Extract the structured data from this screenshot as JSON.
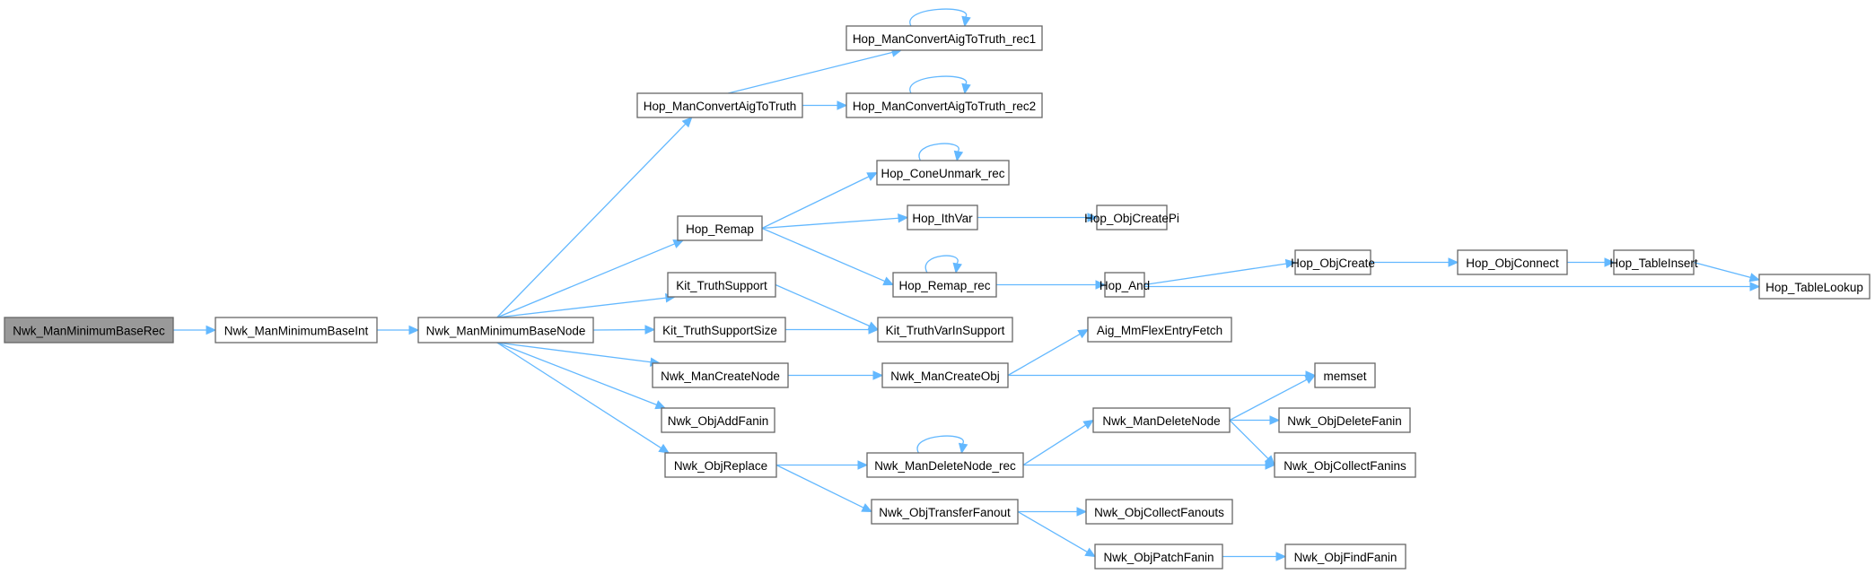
{
  "title": "Call graph of Nwk_ManMinimumBaseRec",
  "colors": {
    "edge": "#63b8ff",
    "node_border": "#666666",
    "root_fill": "#999999",
    "node_fill": "#ffffff"
  },
  "nodes": [
    {
      "id": "n0",
      "label": "Nwk_ManMinimumBaseRec",
      "root": true
    },
    {
      "id": "n1",
      "label": "Nwk_ManMinimumBaseInt"
    },
    {
      "id": "n2",
      "label": "Nwk_ManMinimumBaseNode"
    },
    {
      "id": "n3",
      "label": "Hop_ManConvertAigToTruth"
    },
    {
      "id": "n4",
      "label": "Hop_ManConvertAigToTruth_rec1"
    },
    {
      "id": "n5",
      "label": "Hop_ManConvertAigToTruth_rec2"
    },
    {
      "id": "n6",
      "label": "Hop_ConeUnmark_rec"
    },
    {
      "id": "n7",
      "label": "Hop_Remap"
    },
    {
      "id": "n8",
      "label": "Hop_IthVar"
    },
    {
      "id": "n9",
      "label": "Hop_ObjCreatePi"
    },
    {
      "id": "n10",
      "label": "Hop_Remap_rec"
    },
    {
      "id": "n11",
      "label": "Kit_TruthSupport"
    },
    {
      "id": "n12",
      "label": "Hop_And"
    },
    {
      "id": "n13",
      "label": "Hop_ObjCreate"
    },
    {
      "id": "n14",
      "label": "Hop_ObjConnect"
    },
    {
      "id": "n15",
      "label": "Hop_TableInsert"
    },
    {
      "id": "n16",
      "label": "Hop_TableLookup"
    },
    {
      "id": "n17",
      "label": "Kit_TruthSupportSize"
    },
    {
      "id": "n18",
      "label": "Kit_TruthVarInSupport"
    },
    {
      "id": "n19",
      "label": "Aig_MmFlexEntryFetch"
    },
    {
      "id": "n20",
      "label": "Nwk_ManCreateNode"
    },
    {
      "id": "n21",
      "label": "Nwk_ManCreateObj"
    },
    {
      "id": "n22",
      "label": "memset"
    },
    {
      "id": "n23",
      "label": "Nwk_ObjAddFanin"
    },
    {
      "id": "n24",
      "label": "Nwk_ManDeleteNode"
    },
    {
      "id": "n25",
      "label": "Nwk_ObjDeleteFanin"
    },
    {
      "id": "n26",
      "label": "Nwk_ObjReplace"
    },
    {
      "id": "n27",
      "label": "Nwk_ManDeleteNode_rec"
    },
    {
      "id": "n28",
      "label": "Nwk_ObjCollectFanins"
    },
    {
      "id": "n29",
      "label": "Nwk_ObjTransferFanout"
    },
    {
      "id": "n30",
      "label": "Nwk_ObjCollectFanouts"
    },
    {
      "id": "n31",
      "label": "Nwk_ObjPatchFanin"
    },
    {
      "id": "n32",
      "label": "Nwk_ObjFindFanin"
    }
  ],
  "edges": [
    [
      "n0",
      "n1"
    ],
    [
      "n1",
      "n2"
    ],
    [
      "n2",
      "n3"
    ],
    [
      "n2",
      "n7"
    ],
    [
      "n2",
      "n11"
    ],
    [
      "n2",
      "n17"
    ],
    [
      "n2",
      "n20"
    ],
    [
      "n2",
      "n23"
    ],
    [
      "n2",
      "n26"
    ],
    [
      "n3",
      "n4"
    ],
    [
      "n3",
      "n5"
    ],
    [
      "n4",
      "n4"
    ],
    [
      "n5",
      "n5"
    ],
    [
      "n7",
      "n6"
    ],
    [
      "n7",
      "n8"
    ],
    [
      "n7",
      "n10"
    ],
    [
      "n6",
      "n6"
    ],
    [
      "n8",
      "n9"
    ],
    [
      "n10",
      "n10"
    ],
    [
      "n10",
      "n12"
    ],
    [
      "n12",
      "n13"
    ],
    [
      "n12",
      "n16"
    ],
    [
      "n13",
      "n14"
    ],
    [
      "n14",
      "n15"
    ],
    [
      "n15",
      "n16"
    ],
    [
      "n11",
      "n18"
    ],
    [
      "n17",
      "n18"
    ],
    [
      "n20",
      "n21"
    ],
    [
      "n21",
      "n19"
    ],
    [
      "n21",
      "n22"
    ],
    [
      "n26",
      "n27"
    ],
    [
      "n26",
      "n29"
    ],
    [
      "n27",
      "n27"
    ],
    [
      "n27",
      "n24"
    ],
    [
      "n27",
      "n28"
    ],
    [
      "n24",
      "n22"
    ],
    [
      "n24",
      "n25"
    ],
    [
      "n24",
      "n28"
    ],
    [
      "n29",
      "n30"
    ],
    [
      "n29",
      "n31"
    ],
    [
      "n31",
      "n32"
    ]
  ]
}
